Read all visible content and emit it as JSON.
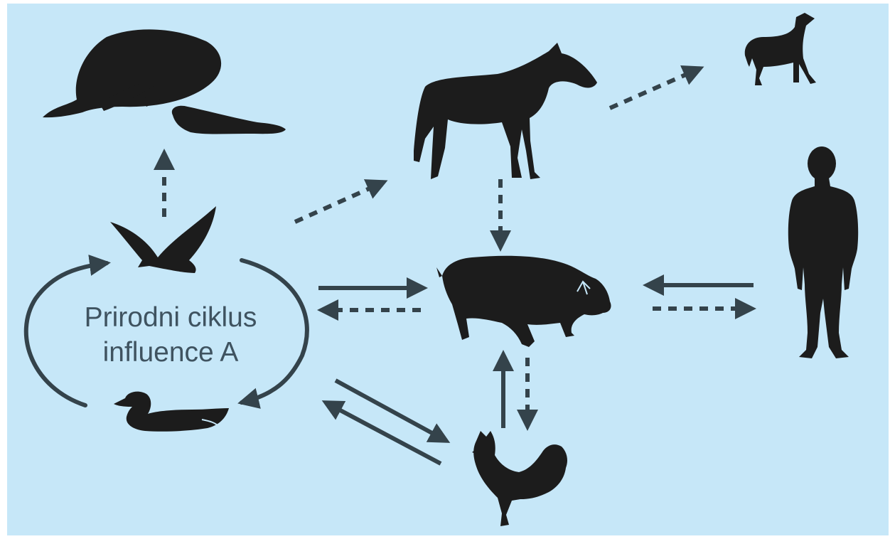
{
  "diagram": {
    "background_color": "#c6e7f8",
    "ink_color": "#1c1c1c",
    "arrow_color": "#34434b",
    "label_color": "#3f5360",
    "cycle_label": {
      "line1": "Prirodni ciklus",
      "line2": "influence A"
    },
    "hosts": [
      "whale-icon",
      "seal-icon",
      "horse-icon",
      "dog-icon",
      "human-icon",
      "wild-bird-icon",
      "pig-icon",
      "duck-icon",
      "chicken-icon"
    ],
    "transmissions": [
      {
        "from": "wild-birds",
        "to": "marine-mammals",
        "style": "dashed"
      },
      {
        "from": "wild-birds",
        "to": "horse",
        "style": "dashed"
      },
      {
        "from": "horse",
        "to": "dog",
        "style": "dashed"
      },
      {
        "from": "horse",
        "to": "pig",
        "style": "dashed"
      },
      {
        "from": "wild-birds",
        "to": "pig",
        "style": "solid"
      },
      {
        "from": "pig",
        "to": "wild-birds",
        "style": "dashed"
      },
      {
        "from": "human",
        "to": "pig",
        "style": "solid"
      },
      {
        "from": "pig",
        "to": "human",
        "style": "dashed"
      },
      {
        "from": "wild-birds",
        "to": "chicken",
        "style": "solid"
      },
      {
        "from": "chicken",
        "to": "wild-birds",
        "style": "solid"
      },
      {
        "from": "chicken",
        "to": "pig",
        "style": "solid"
      },
      {
        "from": "pig",
        "to": "chicken",
        "style": "dashed"
      }
    ]
  }
}
